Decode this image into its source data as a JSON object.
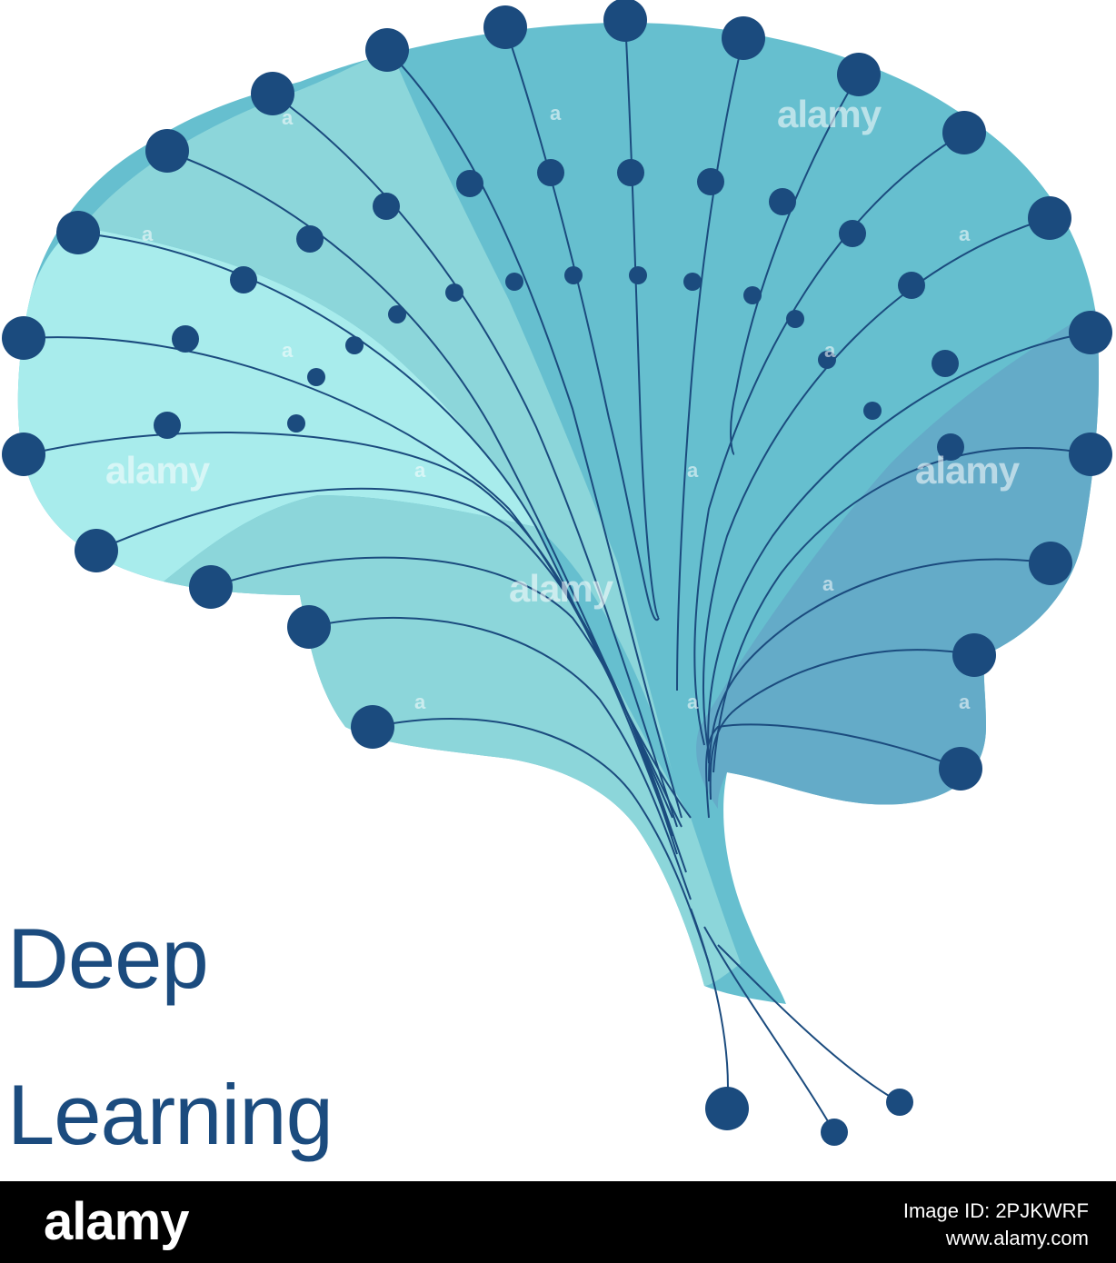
{
  "title": {
    "line1": "Deep",
    "line2": "Learning"
  },
  "watermark": {
    "text": "alamy",
    "letter": "a"
  },
  "footer": {
    "logo": "alamy",
    "image_id_label": "Image ID: 2PJKWRF",
    "site": "www.alamy.com"
  },
  "colors": {
    "background": "#ffffff",
    "node": "#1b4b7e",
    "line": "#1b4b7e",
    "title": "#1b4b7e",
    "region_pale": "#a8ecec",
    "region_mid": "#8cd6da",
    "region_teal": "#66bfcf",
    "region_blue": "#64abc8",
    "footer": "#000000",
    "footer_text": "#ffffff",
    "watermark": "#ffffff"
  },
  "icons": {
    "artwork": "brain-neural-network-icon",
    "node": "node-circle-icon",
    "watermark": "alamy-watermark-icon"
  }
}
